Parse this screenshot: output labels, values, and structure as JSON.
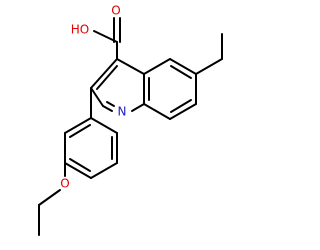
{
  "molecule": {
    "atoms": {
      "hydroxyl": "HO",
      "carbonyl_oxygen": "O",
      "ring_nitrogen": "N",
      "ether_oxygen": "O"
    },
    "colors": {
      "bond": "#000000",
      "oxygen": "#e00000",
      "nitrogen": "#2020c8"
    }
  }
}
